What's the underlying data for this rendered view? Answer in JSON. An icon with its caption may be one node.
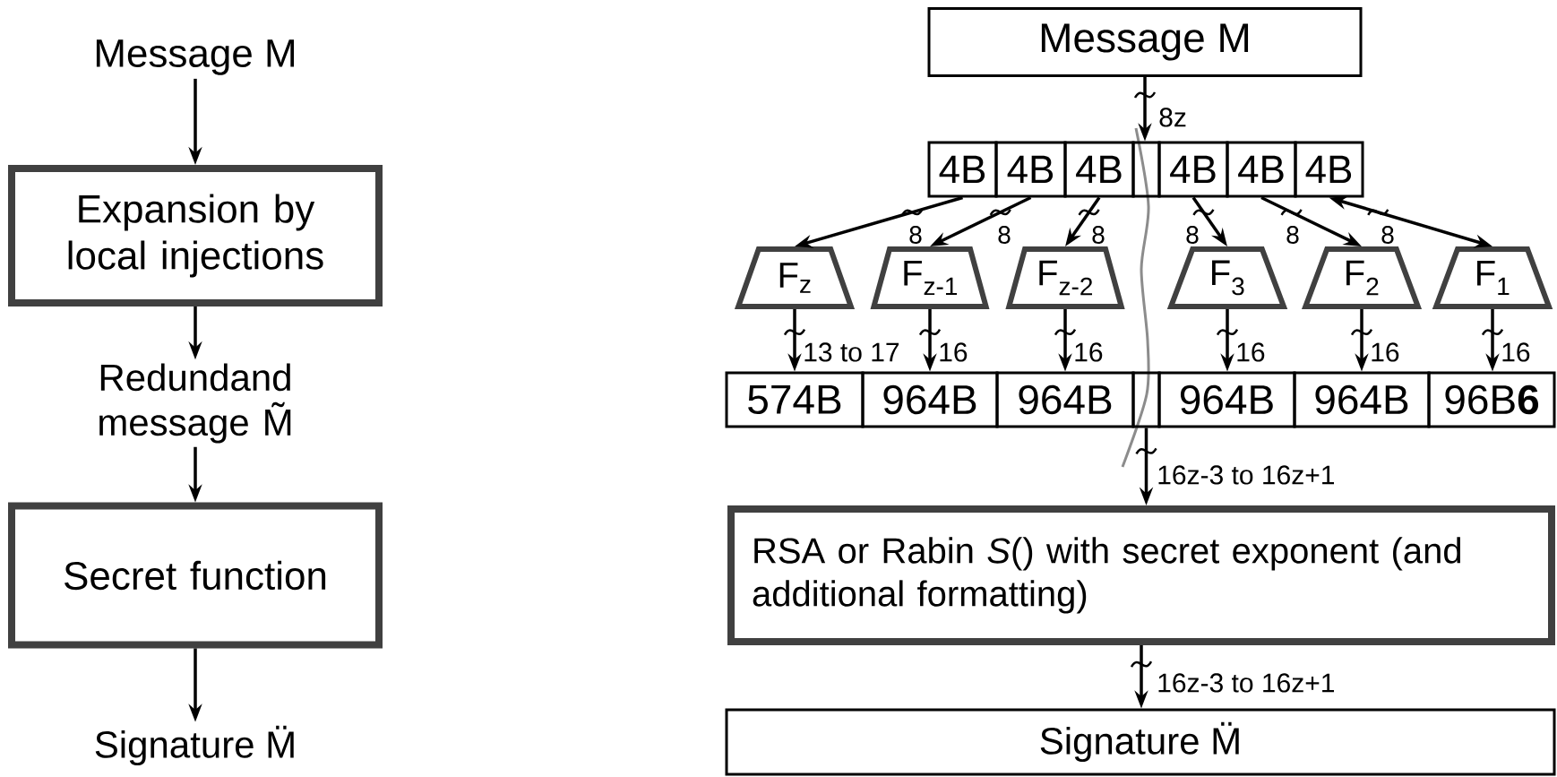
{
  "diagram": {
    "nodes": [
      {
        "text": [
          "Message M"
        ]
      },
      {
        "text": [
          "Expansion by local injections"
        ]
      },
      {
        "text": [
          "Redundand message M̃"
        ]
      },
      {
        "text": [
          "Secret function"
        ]
      },
      {
        "text": [
          "Signature M̈"
        ]
      },
      {
        "text": [
          "Message M"
        ]
      },
      {
        "text": [
          "4B"
        ]
      },
      {
        "text": [
          "4B"
        ]
      },
      {
        "text": [
          "4B"
        ]
      },
      {
        "text": [],
        "shape": "box"
      },
      {
        "text": [
          "4B"
        ]
      },
      {
        "text": [
          "4B"
        ]
      },
      {
        "text": [
          "4B"
        ]
      },
      {
        "text": [
          "F$_{z}$"
        ]
      },
      {
        "text": [
          "F$_{z-1}$"
        ]
      },
      {
        "text": [
          "F$_{z-2}$"
        ]
      },
      {
        "text": [
          "F$_{3}$"
        ]
      },
      {
        "text": [
          "F$_{2}$"
        ]
      },
      {
        "text": [
          "F$_{1}$"
        ]
      },
      {
        "text": [
          "574B"
        ]
      },
      {
        "text": [
          "964B"
        ]
      },
      {
        "text": [
          "964B"
        ]
      },
      {
        "text": [],
        "shape": "box"
      },
      {
        "text": [
          "964B"
        ]
      },
      {
        "text": [
          "964B"
        ]
      },
      {
        "text": [
          "96B**6**"
        ]
      },
      {
        "text": [
          "RSA or Rabin *S*() with secret exponent (and additional formatting)"
        ]
      },
      {
        "text": [
          "Signature M̈"
        ]
      }
    ],
    "edges": [
      {
        "from": 0,
        "to": 1,
        "arrow": "to"
      },
      {
        "from": 1,
        "to": 2,
        "arrow": "to"
      },
      {
        "from": 2,
        "to": 3,
        "arrow": "to"
      },
      {
        "from": 3,
        "to": 4,
        "arrow": "to"
      },
      {
        "from": 5,
        "to": 9,
        "arrow": "to",
        "label": "8z"
      },
      {
        "from": 6,
        "to": 13,
        "arrow": "to",
        "label": "8"
      },
      {
        "from": 7,
        "to": 14,
        "arrow": "to",
        "label": "8"
      },
      {
        "from": 8,
        "to": 15,
        "arrow": "to",
        "label": "8"
      },
      {
        "from": 10,
        "to": 16,
        "arrow": "to",
        "label": "8"
      },
      {
        "from": 11,
        "to": 17,
        "arrow": "to",
        "label": "8"
      },
      {
        "from": 12,
        "to": 18,
        "arrow": "both",
        "label": "8"
      },
      {
        "from": 13,
        "to": 19,
        "arrow": "to",
        "label": "13 to 17"
      },
      {
        "from": 14,
        "to": 20,
        "arrow": "to",
        "label": "16"
      },
      {
        "from": 15,
        "to": 21,
        "arrow": "to",
        "label": "16"
      },
      {
        "from": 16,
        "to": 23,
        "arrow": "to",
        "label": "16"
      },
      {
        "from": 17,
        "to": 24,
        "arrow": "to",
        "label": "16"
      },
      {
        "from": 18,
        "to": 25,
        "arrow": "to",
        "label": "16"
      },
      {
        "from": 22,
        "to": 26,
        "arrow": "to",
        "label": "16z-3 to 16z+1"
      },
      {
        "from": 26,
        "to": 27,
        "arrow": "to",
        "label": "16z-3 to 16z+1"
      }
    ]
  }
}
